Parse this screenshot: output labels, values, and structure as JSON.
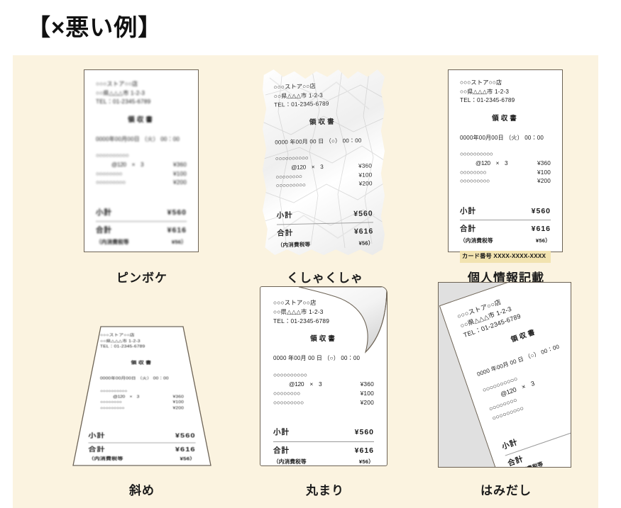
{
  "page": {
    "title": "【×悪い例】",
    "background_color": "#FFFFFF",
    "panel_color": "#FBF3E0"
  },
  "receipt": {
    "store": "○○○ストア○○店",
    "address": "○○県△△△市 1-2-3",
    "tel": "TEL：01-2345-6789",
    "doc_title": "領収書",
    "date_weekday": "0000年00月00日 （火） 00：00",
    "date_circle": "0000 年00月 00 日 （○） 00：00",
    "items": [
      {
        "name": "○○○○○○○○○○",
        "amount": ""
      },
      {
        "name": "@120　×　3",
        "amount": "¥360"
      },
      {
        "name": "○○○○○○○○",
        "amount": "¥100"
      },
      {
        "name": "○○○○○○○○○",
        "amount": "¥200"
      }
    ],
    "subtotal_label": "小計",
    "subtotal_value": "¥560",
    "total_label": "合計",
    "total_value": "¥616",
    "tax_label": "（内消費税等",
    "tax_value": "¥56）",
    "card_label": "カード番号 XXXX-XXXX-XXXX",
    "card_highlight_color": "#F2E3B0"
  },
  "examples": [
    {
      "id": "pinboke",
      "caption": "ピンボケ"
    },
    {
      "id": "kushakusha",
      "caption": "くしゃくしゃ"
    },
    {
      "id": "kojinjoho",
      "caption": "個人情報記載"
    },
    {
      "id": "naname",
      "caption": "斜め"
    },
    {
      "id": "marumari",
      "caption": "丸まり"
    },
    {
      "id": "hamidashi",
      "caption": "はみだし"
    }
  ]
}
